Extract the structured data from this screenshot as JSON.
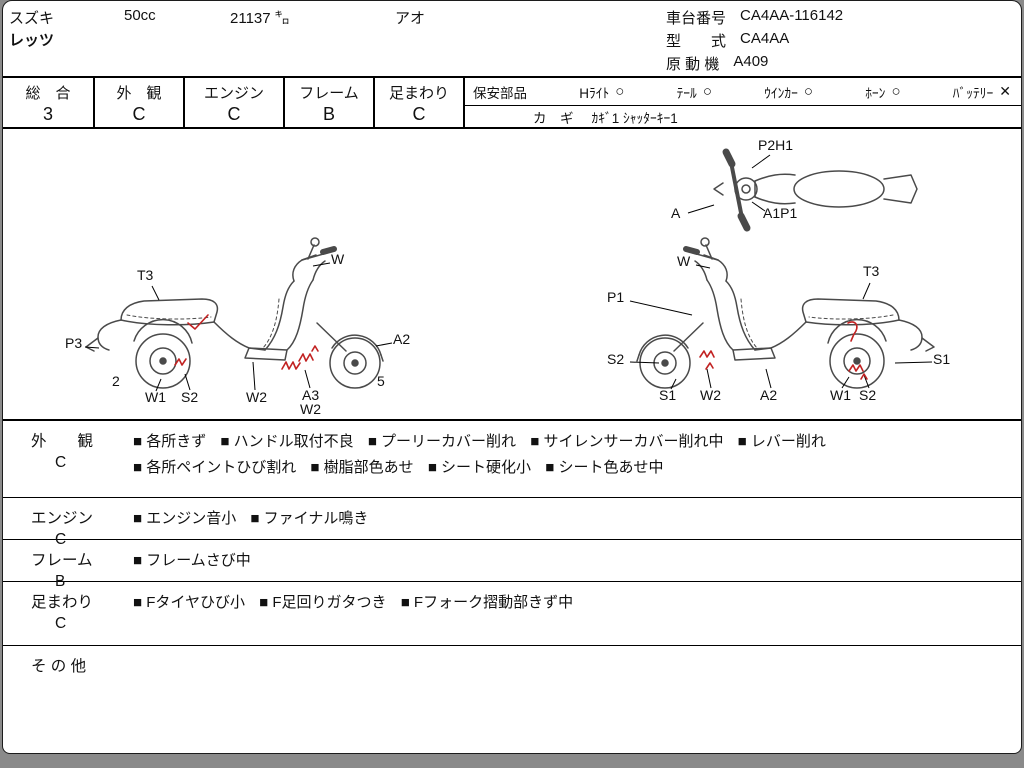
{
  "header": {
    "maker": "スズキ",
    "model_name": "レッツ",
    "displacement": "50cc",
    "mileage": "21137 ㌔",
    "color": "アオ",
    "chassis": {
      "label": "車台番号",
      "value": "CA4AA-116142"
    },
    "model_type": {
      "label": "型　　式",
      "value": "CA4AA"
    },
    "engine": {
      "label": "原 動 機",
      "value": "A409"
    }
  },
  "scores": [
    {
      "label": "総　合",
      "value": "3"
    },
    {
      "label": "外　観",
      "value": "C"
    },
    {
      "label": "エンジン",
      "value": "C"
    },
    {
      "label": "フレーム",
      "value": "B"
    },
    {
      "label": "足まわり",
      "value": "C"
    }
  ],
  "safety": {
    "label": "保安部品",
    "items": [
      {
        "name": "Hﾗｲﾄ",
        "mark": "○"
      },
      {
        "name": "ﾃｰﾙ",
        "mark": "○"
      },
      {
        "name": "ｳｲﾝｶｰ",
        "mark": "○"
      },
      {
        "name": "ﾎｰﾝ",
        "mark": "○"
      },
      {
        "name": "ﾊﾞｯﾃﾘｰ",
        "mark": "✕"
      }
    ],
    "keys": {
      "label": "カ　ギ",
      "value": "ｶｷﾞ1 ｼｬｯﾀｰｷｰ1"
    }
  },
  "diagram": {
    "top_view": {
      "p2h1": "P2H1",
      "a": "A",
      "a1p1": "A1P1"
    },
    "left_view": {
      "t3": "T3",
      "w": "W",
      "p3": "P3",
      "a2": "A2",
      "num_rear": "2",
      "w1": "W1",
      "s2": "S2",
      "w2": "W2",
      "a3": "A3",
      "w2b": "W2",
      "num_front": "5"
    },
    "right_view": {
      "w": "W",
      "t3": "T3",
      "p1": "P1",
      "s2": "S2",
      "s1": "S1",
      "s1b": "S1",
      "w2": "W2",
      "a2": "A2",
      "w1": "W1",
      "s2b": "S2"
    }
  },
  "notes": [
    {
      "category": "外　　観",
      "grade": "C",
      "items": [
        "■ 各所きず",
        "■ ハンドル取付不良",
        "■ プーリーカバー削れ",
        "■ サイレンサーカバー削れ中",
        "■ レバー削れ",
        "■ 各所ペイントひび割れ",
        "■ 樹脂部色あせ",
        "■ シート硬化小",
        "■ シート色あせ中"
      ]
    },
    {
      "category": "エンジン",
      "grade": "C",
      "items": [
        "■ エンジン音小",
        "■ ファイナル鳴き"
      ]
    },
    {
      "category": "フレーム",
      "grade": "B",
      "items": [
        "■ フレームさび中"
      ]
    },
    {
      "category": "足まわり",
      "grade": "C",
      "items": [
        "■ Fタイヤひび小",
        "■ F足回りガタつき",
        "■ Fフォーク摺動部きず中"
      ]
    },
    {
      "category": "そ の 他",
      "grade": "",
      "items": []
    }
  ]
}
